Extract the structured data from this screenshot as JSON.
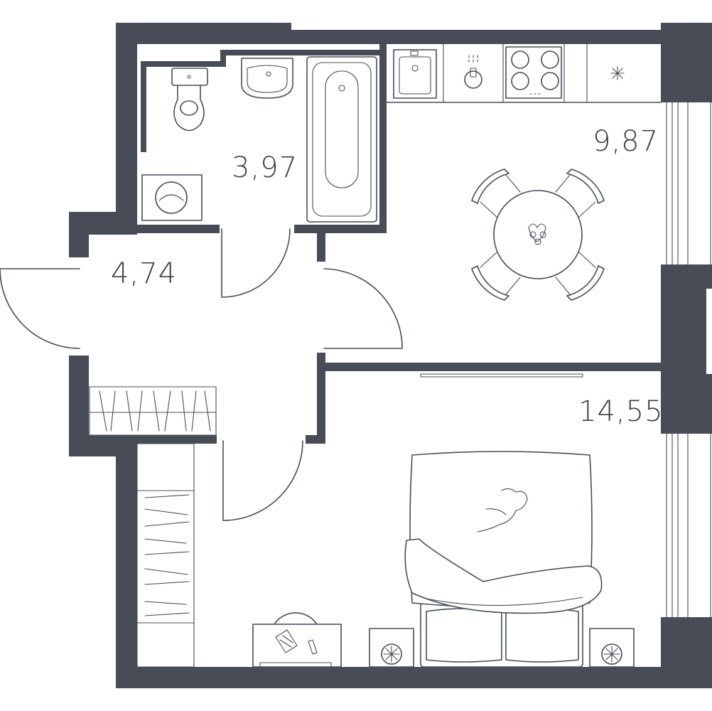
{
  "plan": {
    "wall_color": "#474c56",
    "line_color": "#474c56",
    "label_color": "#3a3f48",
    "rooms": [
      {
        "id": "bathroom",
        "area": "3,97"
      },
      {
        "id": "kitchen",
        "area": "9,87"
      },
      {
        "id": "hallway",
        "area": "4,74"
      },
      {
        "id": "bedroom",
        "area": "14,55"
      }
    ],
    "icons": {
      "toilet": "toilet-icon",
      "sink": "sink-icon",
      "bathtub": "bathtub-icon",
      "washing_machine": "washing-machine-icon",
      "kitchen_sink": "kitchen-sink-icon",
      "stove": "stove-icon",
      "dining_table": "dining-table-icon",
      "bed": "bed-icon",
      "wardrobe": "wardrobe-icon",
      "desk": "desk-icon",
      "radiator_fan": "radiator-fan-icon"
    }
  }
}
